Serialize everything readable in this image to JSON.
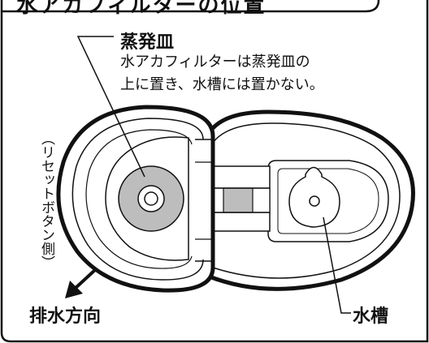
{
  "title": "水アカフィルターの位置",
  "labels": {
    "dish": "蒸発皿",
    "note_line1": "水アカフィルターは蒸発皿の",
    "note_line2": "上に置き、水槽には置かない。",
    "side": "（リセットボタン側）",
    "drain_direction": "排水方向",
    "tank": "水槽"
  },
  "colors": {
    "line": "#111111",
    "filter_fill": "#bdbdbd",
    "background": "#ffffff"
  }
}
